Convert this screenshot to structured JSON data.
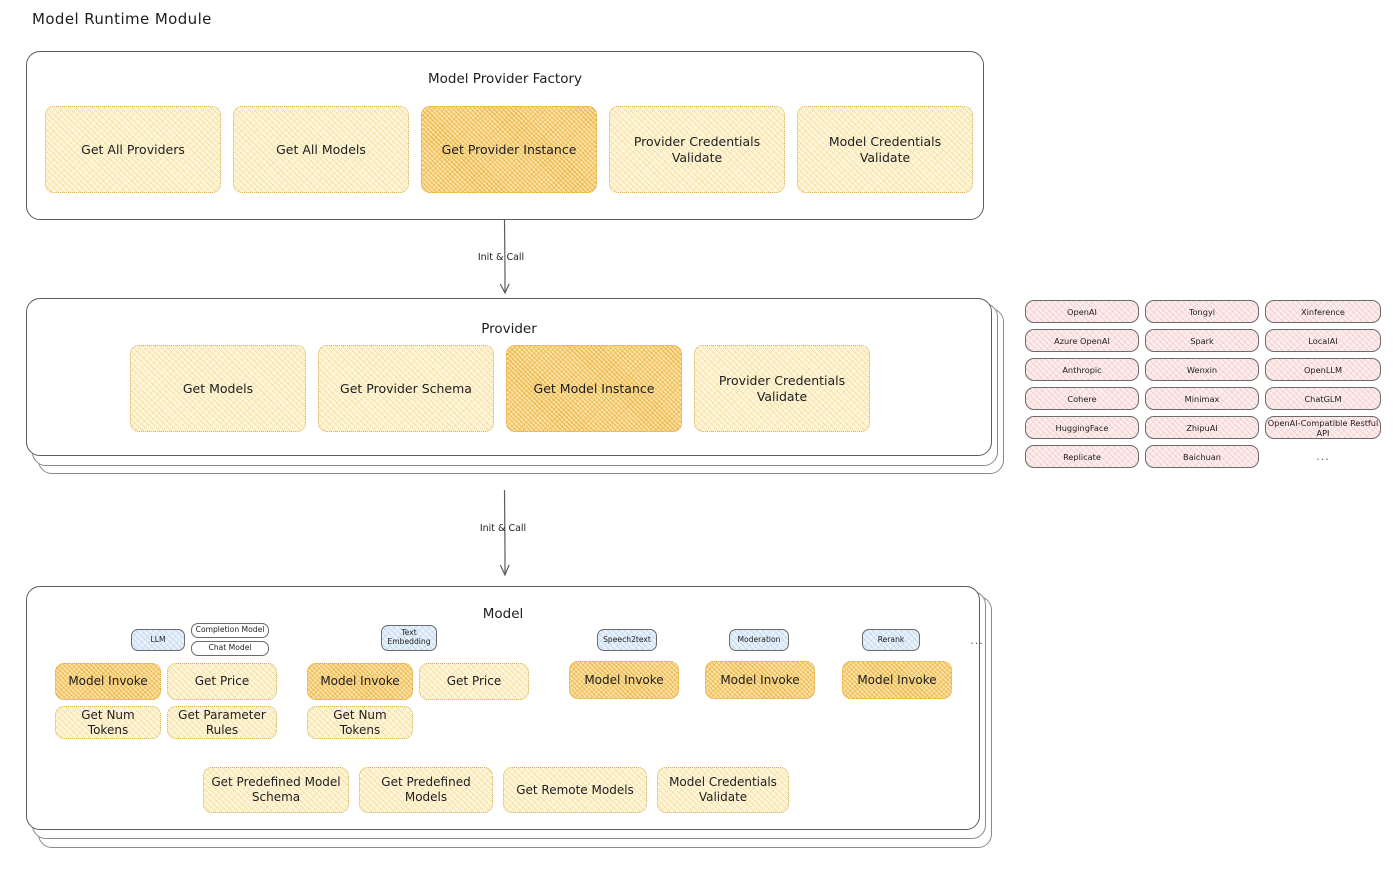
{
  "page": {
    "title": "Model Runtime Module"
  },
  "factory": {
    "title": "Model Provider Factory",
    "methods": [
      {
        "label": "Get All Providers",
        "highlighted": false
      },
      {
        "label": "Get All Models",
        "highlighted": false
      },
      {
        "label": "Get Provider Instance",
        "highlighted": true
      },
      {
        "label": "Provider Credentials Validate",
        "highlighted": false
      },
      {
        "label": "Model Credentials Validate",
        "highlighted": false
      }
    ]
  },
  "arrows": [
    {
      "label": "Init & Call"
    },
    {
      "label": "Init & Call"
    }
  ],
  "provider": {
    "title": "Provider",
    "methods": [
      {
        "label": "Get Models",
        "highlighted": false
      },
      {
        "label": "Get Provider Schema",
        "highlighted": false
      },
      {
        "label": "Get Model Instance",
        "highlighted": true
      },
      {
        "label": "Provider Credentials Validate",
        "highlighted": false
      }
    ]
  },
  "provider_list": {
    "columns": [
      [
        "OpenAI",
        "Azure OpenAI",
        "Anthropic",
        "Cohere",
        "HuggingFace",
        "Replicate"
      ],
      [
        "Tongyi",
        "Spark",
        "Wenxin",
        "Minimax",
        "ZhipuAI",
        "Baichuan"
      ],
      [
        "Xinference",
        "LocalAI",
        "OpenLLM",
        "ChatGLM",
        "OpenAI-Compatible Restful API"
      ]
    ],
    "more": "..."
  },
  "model": {
    "title": "Model",
    "more": "...",
    "types": [
      {
        "name": "LLM",
        "subtypes": [
          "Completion Model",
          "Chat Model"
        ],
        "methods": [
          {
            "label": "Model Invoke",
            "highlighted": true
          },
          {
            "label": "Get Price",
            "highlighted": false
          },
          {
            "label": "Get Num Tokens",
            "highlighted": false
          },
          {
            "label": "Get Parameter Rules",
            "highlighted": false
          }
        ]
      },
      {
        "name": "Text Embedding",
        "subtypes": [],
        "methods": [
          {
            "label": "Model Invoke",
            "highlighted": true
          },
          {
            "label": "Get Price",
            "highlighted": false
          },
          {
            "label": "Get Num Tokens",
            "highlighted": false
          }
        ]
      },
      {
        "name": "Speech2text",
        "subtypes": [],
        "methods": [
          {
            "label": "Model Invoke",
            "highlighted": true
          }
        ]
      },
      {
        "name": "Moderation",
        "subtypes": [],
        "methods": [
          {
            "label": "Model Invoke",
            "highlighted": true
          }
        ]
      },
      {
        "name": "Rerank",
        "subtypes": [],
        "methods": [
          {
            "label": "Model Invoke",
            "highlighted": true
          }
        ]
      }
    ],
    "shared_methods": [
      {
        "label": "Get Predefined Model Schema"
      },
      {
        "label": "Get Predefined Models"
      },
      {
        "label": "Get Remote Models"
      },
      {
        "label": "Model Credentials Validate"
      }
    ]
  },
  "colors": {
    "method_fill": "#fdf6dd",
    "method_highlight_fill": "#fbe3a8",
    "provider_pill_fill": "#fdeeee",
    "model_tag_fill": "#e9f2fb",
    "card_border": "#5c5c5c",
    "text": "#1e1e1e"
  }
}
